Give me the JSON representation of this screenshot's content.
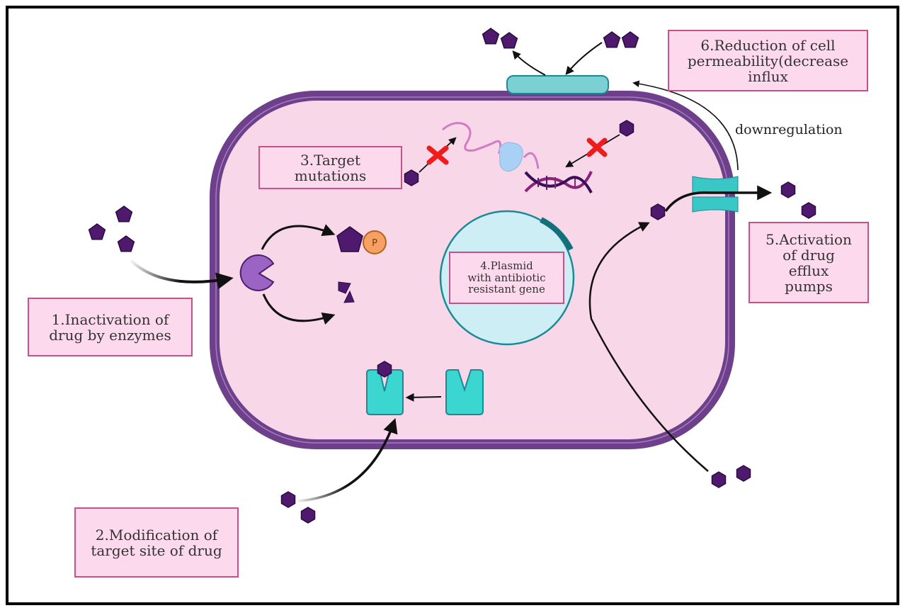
{
  "title": "Mechanisms of antibiotic resistance in bacteria",
  "colors": {
    "cell_membrane": "#6e3f8a",
    "cytoplasm": "#f8d7e8",
    "label_fill": "#fdd9ee",
    "label_border": "#c7528a",
    "drug": "#4f1a6e",
    "enzyme": "#9b63c4",
    "phosphate": "#f6a064",
    "teal_protein": "#3ad6cf",
    "porin": "#7bd0d4",
    "plasmid_fill": "#cdeef5",
    "plasmid_stroke": "#1b8a94",
    "block_x": "#ee1c1c",
    "mrna": "#d27cc4",
    "ribosome": "#a8d1f5"
  },
  "labels": {
    "inactivation": "1.Inactivation of\ndrug by enzymes",
    "modification": "2.Modification of\ntarget site of drug",
    "target_mutations": "3.Target\nmutations",
    "plasmid": "4.Plasmid\nwith antibiotic\nresistant gene",
    "efflux": "5.Activation\nof drug\nefflux\npumps",
    "permeability": "6.Reduction of cell\npermeability(decrease\ninflux",
    "downregulation": "downregulation",
    "phosphate_symbol": "P"
  }
}
